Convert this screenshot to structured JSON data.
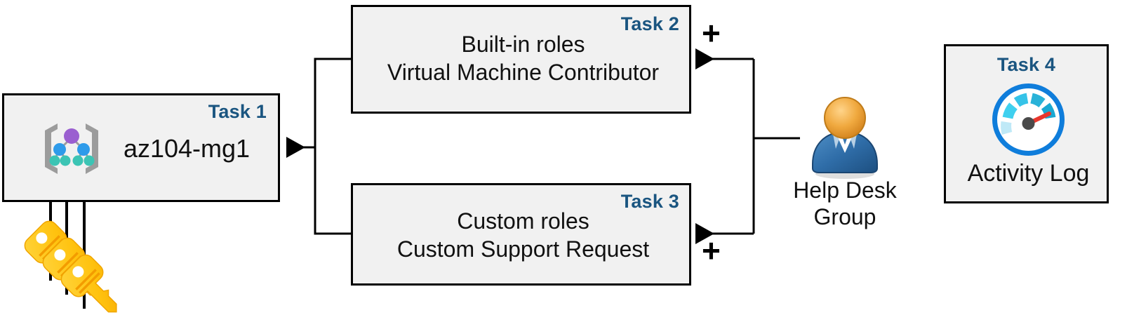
{
  "diagram": {
    "title": "Azure RBAC task diagram",
    "accent_color": "#1a5580",
    "box_fill": "#f1f1f1",
    "box_border": "#000000",
    "line_color": "#000000"
  },
  "boxes": [
    {
      "id": "task1",
      "label": "Task 1",
      "text": "az104-mg1",
      "icon": "management-group-icon"
    },
    {
      "id": "task2",
      "label": "Task 2",
      "text": "Built-in roles\nVirtual Machine Contributor"
    },
    {
      "id": "task3",
      "label": "Task 3",
      "text": "Custom roles\nCustom Support Request"
    },
    {
      "id": "task4",
      "label": "Task 4",
      "text": "Activity Log",
      "icon": "activity-log-gauge-icon"
    }
  ],
  "nodes": [
    {
      "id": "helpdesk",
      "caption": "Help Desk\nGroup",
      "icon": "user-group-icon"
    },
    {
      "id": "keys",
      "caption": "",
      "icon": "keys-icon"
    }
  ],
  "operators": [
    {
      "id": "plus-top",
      "symbol": "+"
    },
    {
      "id": "plus-bottom",
      "symbol": "+"
    }
  ],
  "colors": {
    "key_yellow": "#ffc20e",
    "key_orange": "#f9a825",
    "person_head": "#e8a33d",
    "person_body": "#2f6da8",
    "gauge_ring": "#0f7ddb",
    "gauge_needle": "#e8372d",
    "mg_purple": "#9a5fd0",
    "mg_blue": "#2e9bea",
    "mg_teal": "#3cc4b4",
    "mg_bracket": "#9c9c9c"
  }
}
